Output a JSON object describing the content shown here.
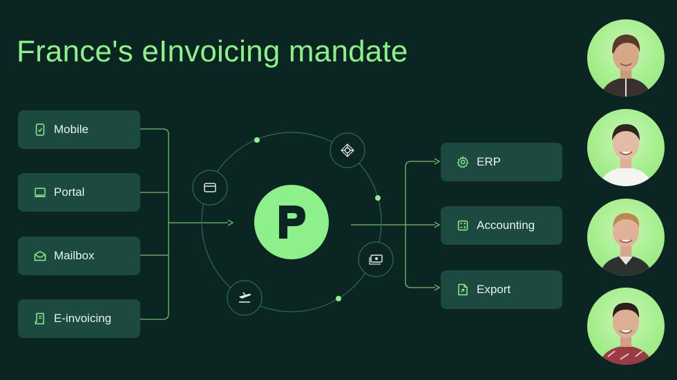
{
  "title": "France's eInvoicing mandate",
  "sources": [
    {
      "label": "Mobile",
      "icon": "mobile-icon"
    },
    {
      "label": "Portal",
      "icon": "laptop-icon"
    },
    {
      "label": "Mailbox",
      "icon": "mailbox-icon"
    },
    {
      "label": "E-invoicing",
      "icon": "receipt-icon"
    }
  ],
  "destinations": [
    {
      "label": "ERP",
      "icon": "gear-icon"
    },
    {
      "label": "Accounting",
      "icon": "calculator-icon"
    },
    {
      "label": "Export",
      "icon": "export-file-icon"
    }
  ],
  "hub": {
    "logo": "P",
    "logo_icon": "p-logo-icon"
  },
  "orbit_icons": [
    "credit-card-icon",
    "network-node-icon",
    "cash-icon",
    "airplane-icon"
  ],
  "people": [
    {
      "icon": "person-avatar-icon"
    },
    {
      "icon": "person-avatar-icon"
    },
    {
      "icon": "person-avatar-icon"
    },
    {
      "icon": "person-avatar-icon"
    }
  ],
  "colors": {
    "background": "#0b2622",
    "card": "#1c4a41",
    "accent": "#8ef08a",
    "line": "#6fc46b"
  }
}
